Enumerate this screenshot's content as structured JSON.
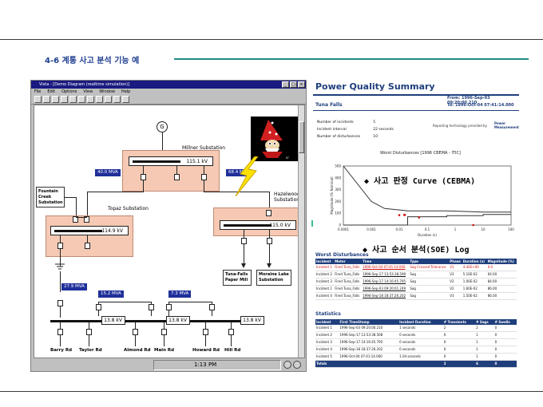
{
  "page": {
    "title": "4-6 계통 사고 분석 기능 예"
  },
  "app": {
    "window_title": "Vista - [Demo Diagram (realtime simulation)]",
    "menu": [
      "File",
      "Edit",
      "Options",
      "View",
      "Window",
      "Help"
    ],
    "status_time": "1:13 PM"
  },
  "diagram": {
    "generator": "G",
    "millner": {
      "name": "Millner Substation",
      "kv": "115.1 kV"
    },
    "topaz": {
      "name": "Topaz Substation",
      "kv": "114.9 kV"
    },
    "hazelwood": {
      "name": "Hazelwood Substation",
      "kv": "115.0 kV"
    },
    "fountain": "Fountain Creek Substation",
    "flows": {
      "mva40": "40.0 MVA",
      "mva68": "68.4 MVA",
      "mva27": "27.9 MVA",
      "mva15": "15.2 MVA",
      "mva7": "7.3 MVA"
    },
    "bus13a": "13.8 kV",
    "bus13b": "13.8 kV",
    "bus13c": "13.8 kV",
    "tuna_falls": "Tuna-Falls Paper Mill",
    "moraine": "Moraine Lake Substation",
    "feeders": [
      "Barry Rd",
      "Taylor Rd",
      "Almond Rd",
      "Main Rd",
      "Howard Rd",
      "Hill Rd"
    ]
  },
  "report": {
    "title": "Power Quality Summary",
    "location": "Tuna Falls",
    "from_label": "From:",
    "from": "1996-Sep-03 09:20:00.210",
    "to_label": "To:",
    "to": "1996-Oct-04 07:41:14.000",
    "stats": [
      {
        "k": "Number of incidents",
        "v": "5"
      },
      {
        "k": "Incident interval",
        "v": "22 seconds"
      },
      {
        "k": "Number of disturbances",
        "v": "10"
      }
    ],
    "brand_text": "Reporting technology provided by",
    "brand_name": "Power Measurement",
    "chart_title": "Worst Disturbances [1996 CBEMA - ITIC]",
    "chart_xlabel": "Duration (s)",
    "chart_ylabel": "Magnitude (% Nominal)",
    "xticks": [
      "0.0001",
      "0.001",
      "0.01",
      "0.1",
      "1",
      "10",
      "100"
    ],
    "yticks": [
      "0",
      "100",
      "200",
      "300",
      "400",
      "500"
    ],
    "annotation_curve": "◆ 사고 판정 Curve (CEBMA)",
    "annotation_soe": "◆ 사고 순서 분석(SOE) Log",
    "worst_title": "Worst Disturbances",
    "worst_headers": [
      "Incident",
      "Meter",
      "Time",
      "Type",
      "Phase",
      "Duration (s)",
      "Magnitude (%)"
    ],
    "worst_rows": [
      [
        "Incident 1",
        "Fired Tuna_Falls",
        "1996-Oct-04 07:41:14.000",
        "Sag  Crossed Tolerance",
        "V1",
        "4.44E+00",
        "0.0"
      ],
      [
        "Incident 2",
        "Fired Tuna_Falls",
        "1996-Sep-17 13:53:38.599",
        "Sag",
        "V3",
        "5.10E-02",
        "64.00"
      ],
      [
        "Incident 3",
        "Fired Tuna_Falls",
        "1996-Sep-17 14:16:45.795",
        "Sag",
        "V2",
        "1.00E-02",
        "84.00"
      ],
      [
        "Incident 1",
        "Fired Tuna_Falls",
        "1996-Sep-03 09:20:01.249",
        "Sag",
        "V2",
        "1.60E-02",
        "86.00"
      ],
      [
        "Incident 4",
        "Fired Tuna_Falls",
        "1996-Sep-18 18:37:26.202",
        "Sag",
        "V3",
        "1.50E-02",
        "86.00"
      ]
    ],
    "stats_title": "Statistics",
    "stats_headers": [
      "Incident",
      "First TimeStamp",
      "Incident Duration",
      "# Transients",
      "# Sags",
      "# Swells"
    ],
    "stats_rows": [
      [
        "Incident 1",
        "1996-Sep-03 09:20:00.210",
        "1 seconds",
        "2",
        "2",
        "0"
      ],
      [
        "Incident 2",
        "1996-Sep-17 13:53:38.508",
        "0 seconds",
        "0",
        "1",
        "0"
      ],
      [
        "Incident 3",
        "1996-Sep-17 14:16:45.795",
        "0 seconds",
        "0",
        "1",
        "0"
      ],
      [
        "Incident 4",
        "1996-Sep-18 18:37:26.202",
        "0 seconds",
        "0",
        "1",
        "0"
      ],
      [
        "Incident 5",
        "1996-Oct-04 07:41:14.000",
        "1.04 seconds",
        "0",
        "1",
        "0"
      ]
    ],
    "totals": [
      "Totals",
      "",
      "",
      "2",
      "6",
      "0"
    ]
  },
  "chart_data": {
    "type": "line",
    "title": "Worst Disturbances [1996 CBEMA - ITIC]",
    "xlabel": "Duration (s)",
    "ylabel": "Magnitude (% Nominal)",
    "x_scale": "log",
    "xlim": [
      0.0001,
      100
    ],
    "ylim": [
      0,
      500
    ],
    "series": [
      {
        "x": [
          0.0001,
          0.001,
          0.003,
          0.02,
          0.5,
          10,
          100
        ],
        "y": [
          500,
          200,
          140,
          120,
          120,
          110,
          110
        ]
      },
      {
        "x": [
          0.0001,
          0.02,
          0.02,
          0.5,
          0.5,
          10,
          10,
          100
        ],
        "y": [
          0,
          0,
          70,
          70,
          80,
          80,
          90,
          90
        ]
      }
    ],
    "points": [
      {
        "x": 4.44,
        "y": 0
      },
      {
        "x": 0.051,
        "y": 64
      },
      {
        "x": 0.01,
        "y": 84
      },
      {
        "x": 0.016,
        "y": 86
      },
      {
        "x": 0.015,
        "y": 86
      }
    ],
    "grid": false,
    "legend": "none"
  },
  "colors": {
    "title_blue": "#1e3f8f",
    "accent_teal": "#1f8c8c",
    "substation_fill": "#f5c9b3",
    "mva_badge": "#1f2f9a",
    "report_blue": "#1f3e7c",
    "alarm_red": "#d01010",
    "arrow_green": "#3bbd8c"
  }
}
